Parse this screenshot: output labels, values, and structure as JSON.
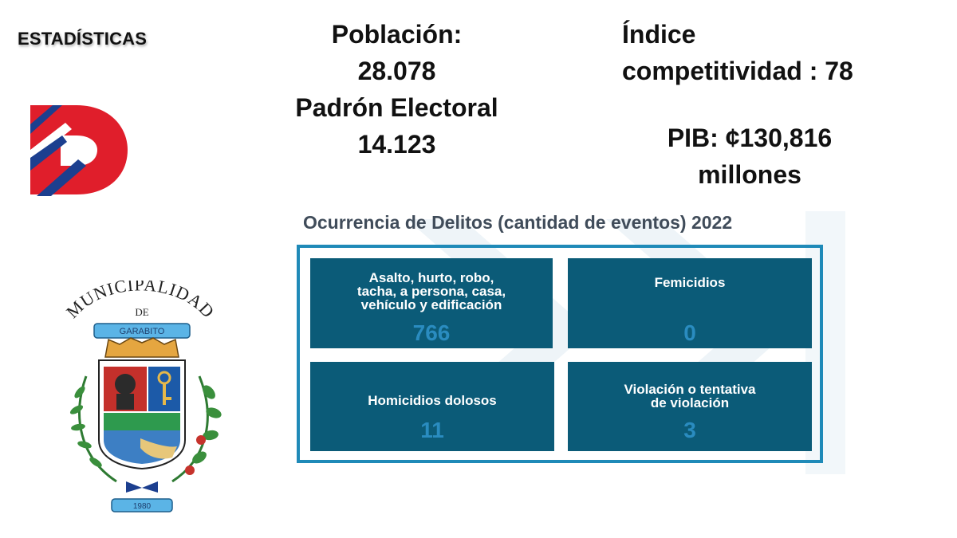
{
  "header": {
    "title": "ESTADÍSTICAS"
  },
  "stats": {
    "poblacion_label": "Población:",
    "poblacion_value": "28.078",
    "padron_label": "Padrón Electoral",
    "padron_value": "14.123",
    "indice_line1": "Índice",
    "indice_line2": "competitividad : 78",
    "pib_line1": "PIB:  ¢130,816",
    "pib_line2": "millones"
  },
  "crest": {
    "arc_text": "MUNICIPALIDAD",
    "de_text": "DE",
    "ribbon_text": "GARABITO",
    "year_text": "1980"
  },
  "delitos": {
    "title": "Ocurrencia de Delitos (cantidad de eventos) 2022",
    "tiles": [
      {
        "label_lines": [
          "Asalto, hurto, robo,",
          "tacha, a persona, casa,",
          "vehículo y edificación"
        ],
        "value": "766"
      },
      {
        "label_lines": [
          "Femicidios"
        ],
        "value": "0"
      },
      {
        "label_lines": [
          "Homicidios dolosos"
        ],
        "value": "11"
      },
      {
        "label_lines": [
          "Violación o tentativa",
          "de violación"
        ],
        "value": "3"
      }
    ]
  },
  "colors": {
    "tile_bg": "#0b5b78",
    "tile_value": "#2a8cc0",
    "frame": "#1f8ab8",
    "logo_red": "#e01e2b",
    "logo_blue": "#1c3f8f"
  },
  "icons": [
    "d-logo-icon",
    "municipal-crest-icon"
  ]
}
